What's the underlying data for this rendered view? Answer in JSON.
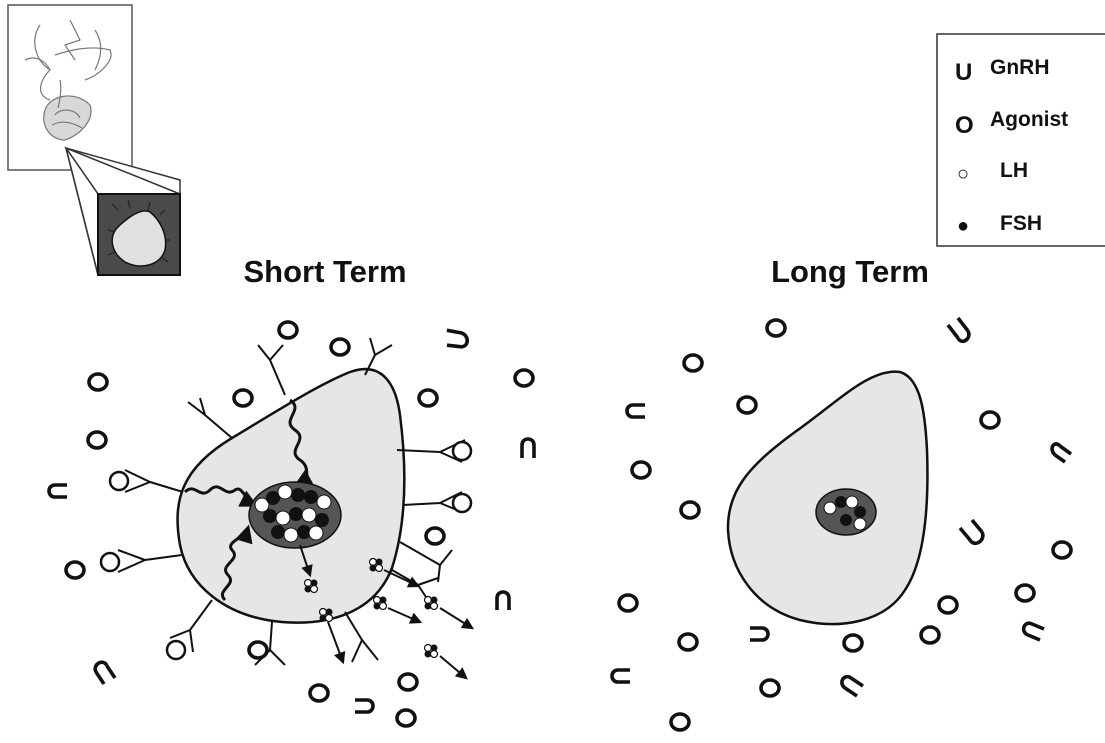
{
  "panels": {
    "short_term": {
      "title": "Short Term"
    },
    "long_term": {
      "title": "Long Term"
    }
  },
  "legend": {
    "items": [
      {
        "symbol": "U",
        "label": "GnRH"
      },
      {
        "symbol": "O",
        "label": "Agonist"
      },
      {
        "symbol": "○",
        "label": "LH"
      },
      {
        "symbol": "●",
        "label": "FSH"
      }
    ]
  },
  "colors": {
    "cell_fill": "#e6e6e6",
    "nucleus": "#555555",
    "ink": "#111111"
  },
  "icons": {
    "anatomy_inset": "pituitary-anatomy-icon",
    "cell": "gonadotrope-cell-icon"
  }
}
